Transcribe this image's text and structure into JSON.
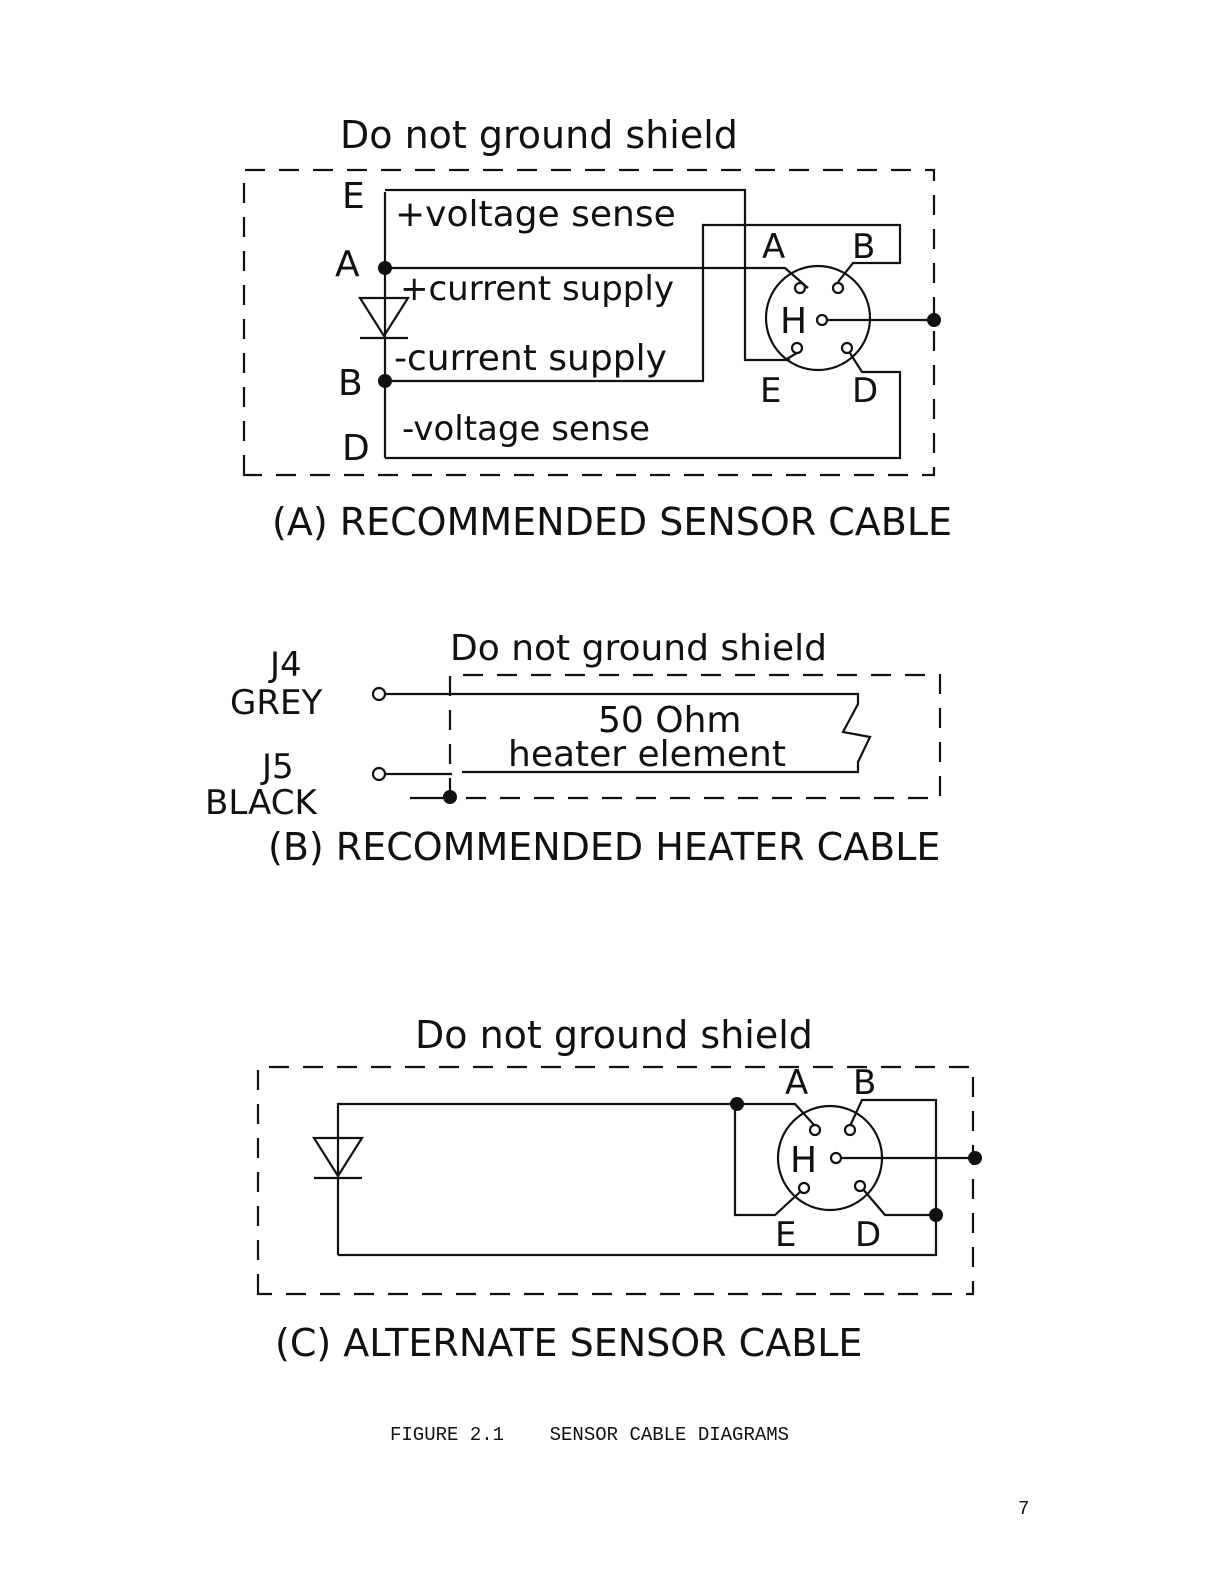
{
  "panel_a": {
    "shield_note": "Do not ground shield",
    "pins": {
      "e": "E",
      "a": "A",
      "b": "B",
      "d": "D"
    },
    "wires": {
      "plus_voltage": "+voltage sense",
      "plus_current": "+current supply",
      "minus_current": "-current supply",
      "minus_voltage": "-voltage sense"
    },
    "connector": {
      "a": "A",
      "b": "B",
      "h": "H",
      "e": "E",
      "d": "D"
    },
    "caption": "(A) RECOMMENDED SENSOR CABLE"
  },
  "panel_b": {
    "shield_note": "Do not ground shield",
    "j4": "J4",
    "j4_color": "GREY",
    "j5": "J5",
    "j5_color": "BLACK",
    "heater_ohm": "50 Ohm",
    "heater_element": "heater element",
    "caption": "(B) RECOMMENDED HEATER CABLE"
  },
  "panel_c": {
    "shield_note": "Do not ground shield",
    "connector": {
      "a": "A",
      "b": "B",
      "h": "H",
      "e": "E",
      "d": "D"
    },
    "caption": "(C) ALTERNATE SENSOR CABLE"
  },
  "figure_caption": "FIGURE 2.1    SENSOR CABLE DIAGRAMS",
  "page_number": "7"
}
